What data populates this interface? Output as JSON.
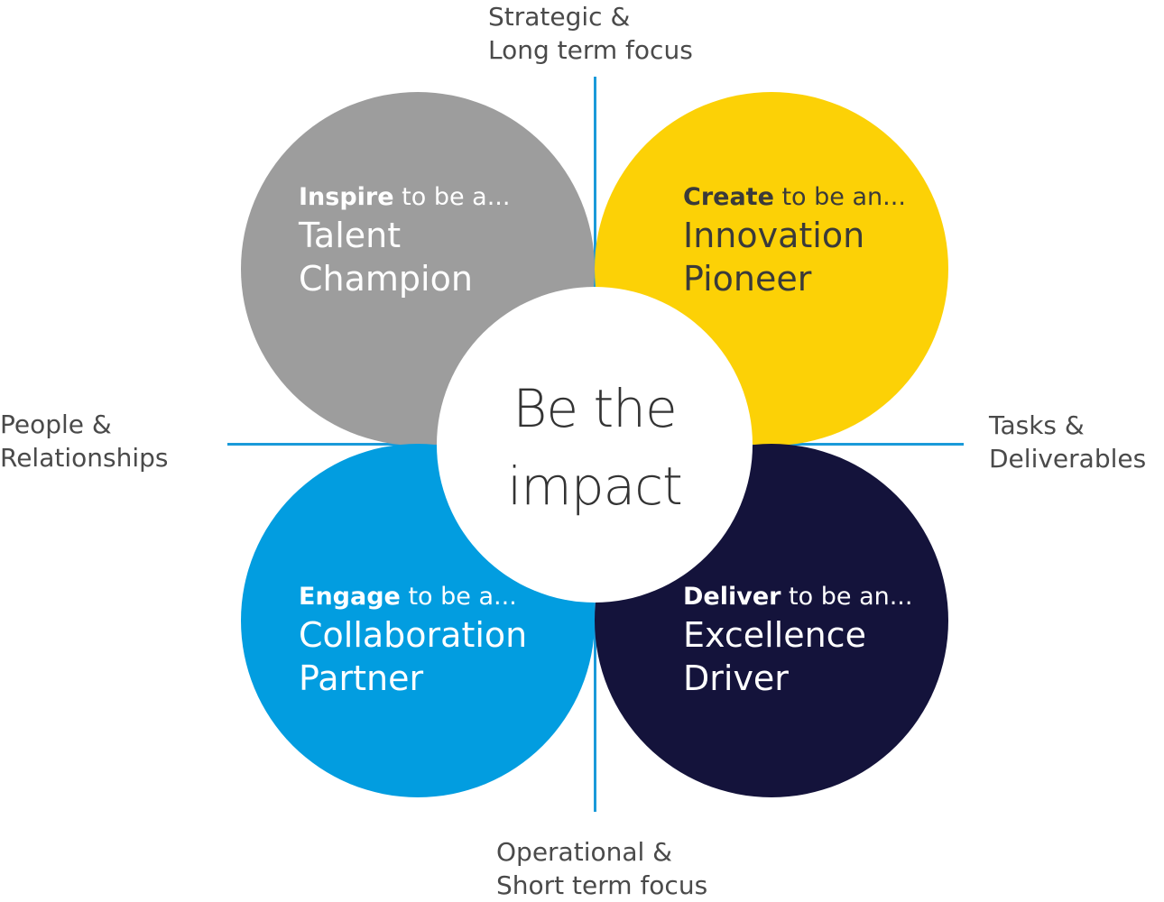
{
  "diagram": {
    "center": {
      "line1": "Be the",
      "line2": "impact"
    },
    "axes": {
      "top": {
        "line1": "Strategic &",
        "line2": "Long term focus"
      },
      "bottom": {
        "line1": "Operational &",
        "line2": "Short term focus"
      },
      "left": {
        "line1": "People &",
        "line2": "Relationships"
      },
      "right": {
        "line1": "Tasks &",
        "line2": "Deliverables"
      }
    },
    "quadrants": [
      {
        "position": "top-left",
        "verb": "Inspire",
        "suffix": " to be a...",
        "role_line1": "Talent",
        "role_line2": "Champion",
        "color": "#9d9d9d"
      },
      {
        "position": "top-right",
        "verb": "Create",
        "suffix": " to be an...",
        "role_line1": "Innovation",
        "role_line2": "Pioneer",
        "color": "#fcd106"
      },
      {
        "position": "bottom-left",
        "verb": "Engage",
        "suffix": " to be a...",
        "role_line1": "Collaboration",
        "role_line2": "Partner",
        "color": "#029de0"
      },
      {
        "position": "bottom-right",
        "verb": "Deliver",
        "suffix": " to be an...",
        "role_line1": "Excellence",
        "role_line2": "Driver",
        "color": "#14133b"
      }
    ],
    "axis_color": "#1a9ad9"
  }
}
